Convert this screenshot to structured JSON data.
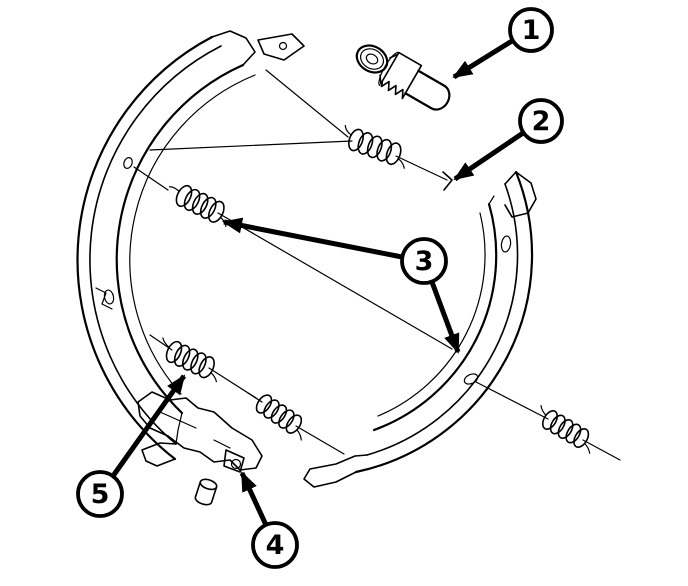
{
  "figure": {
    "background_color": "#ffffff",
    "line_color": "#000000",
    "callouts": [
      {
        "label": "1"
      },
      {
        "label": "2"
      },
      {
        "label": "3"
      },
      {
        "label": "4"
      },
      {
        "label": "5"
      }
    ]
  }
}
